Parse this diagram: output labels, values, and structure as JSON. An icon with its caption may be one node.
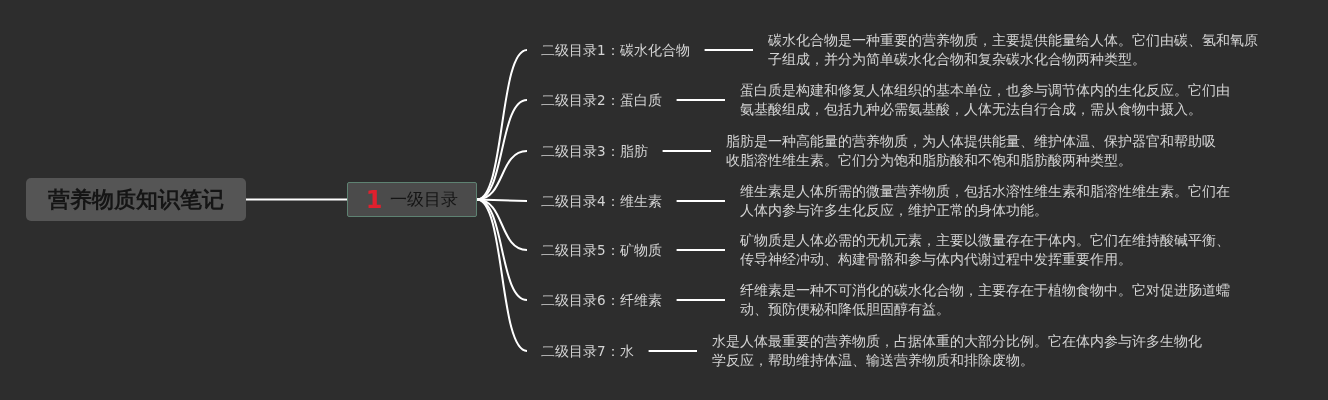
{
  "diagram": {
    "nodes": [
      {
        "text": [
          "营养物质知识笔记"
        ]
      },
      {
        "text": [
          "1",
          "一级目录"
        ]
      },
      {
        "text": [
          "二级目录1：碳水化合物"
        ]
      },
      {
        "text": [
          "二级目录2：蛋白质"
        ]
      },
      {
        "text": [
          "二级目录3：脂肪"
        ]
      },
      {
        "text": [
          "二级目录4：维生素"
        ]
      },
      {
        "text": [
          "二级目录5：矿物质"
        ]
      },
      {
        "text": [
          "二级目录6：纤维素"
        ]
      },
      {
        "text": [
          "二级目录7：水"
        ]
      },
      {
        "text": [
          "碳水化合物是一种重要的营养物质，主要提供能量给人体。它们由碳、氢和氧原子组成，并分为简单碳水化合物和复杂碳水化合物两种类型。"
        ]
      },
      {
        "text": [
          "蛋白质是构建和修复人体组织的基本单位，也参与调节体内的生化反应。它们由氨基酸组成，包括九种必需氨基酸，人体无法自行合成，需从食物中摄入。"
        ]
      },
      {
        "text": [
          "脂肪是一种高能量的营养物质，为人体提供能量、维护体温、保护器官和帮助吸收脂溶性维生素。它们分为饱和脂肪酸和不饱和脂肪酸两种类型。"
        ]
      },
      {
        "text": [
          "维生素是人体所需的微量营养物质，包括水溶性维生素和脂溶性维生素。它们在人体内参与许多生化反应，维护正常的身体功能。"
        ]
      },
      {
        "text": [
          "矿物质是人体必需的无机元素，主要以微量存在于体内。它们在维持酸碱平衡、传导神经冲动、构建骨骼和参与体内代谢过程中发挥重要作用。"
        ]
      },
      {
        "text": [
          "纤维素是一种不可消化的碳水化合物，主要存在于植物食物中。它对促进肠道蠕动、预防便秘和降低胆固醇有益。"
        ]
      },
      {
        "text": [
          "水是人体最重要的营养物质，占据体重的大部分比例。它在体内参与许多生物化学反应，帮助维持体温、输送营养物质和排除废物。"
        ]
      }
    ],
    "edges": [
      {
        "from": 0,
        "to": 1,
        "arrow": "none"
      },
      {
        "from": 1,
        "to": 2,
        "arrow": "none"
      },
      {
        "from": 1,
        "to": 3,
        "arrow": "none"
      },
      {
        "from": 1,
        "to": 4,
        "arrow": "none"
      },
      {
        "from": 1,
        "to": 5,
        "arrow": "none"
      },
      {
        "from": 1,
        "to": 6,
        "arrow": "none"
      },
      {
        "from": 1,
        "to": 7,
        "arrow": "none"
      },
      {
        "from": 1,
        "to": 8,
        "arrow": "none"
      },
      {
        "from": 2,
        "to": 9,
        "arrow": "none"
      },
      {
        "from": 3,
        "to": 10,
        "arrow": "none"
      },
      {
        "from": 4,
        "to": 11,
        "arrow": "none"
      },
      {
        "from": 5,
        "to": 12,
        "arrow": "none"
      },
      {
        "from": 6,
        "to": 13,
        "arrow": "none"
      },
      {
        "from": 7,
        "to": 14,
        "arrow": "none"
      },
      {
        "from": 8,
        "to": 15,
        "arrow": "none"
      }
    ]
  }
}
